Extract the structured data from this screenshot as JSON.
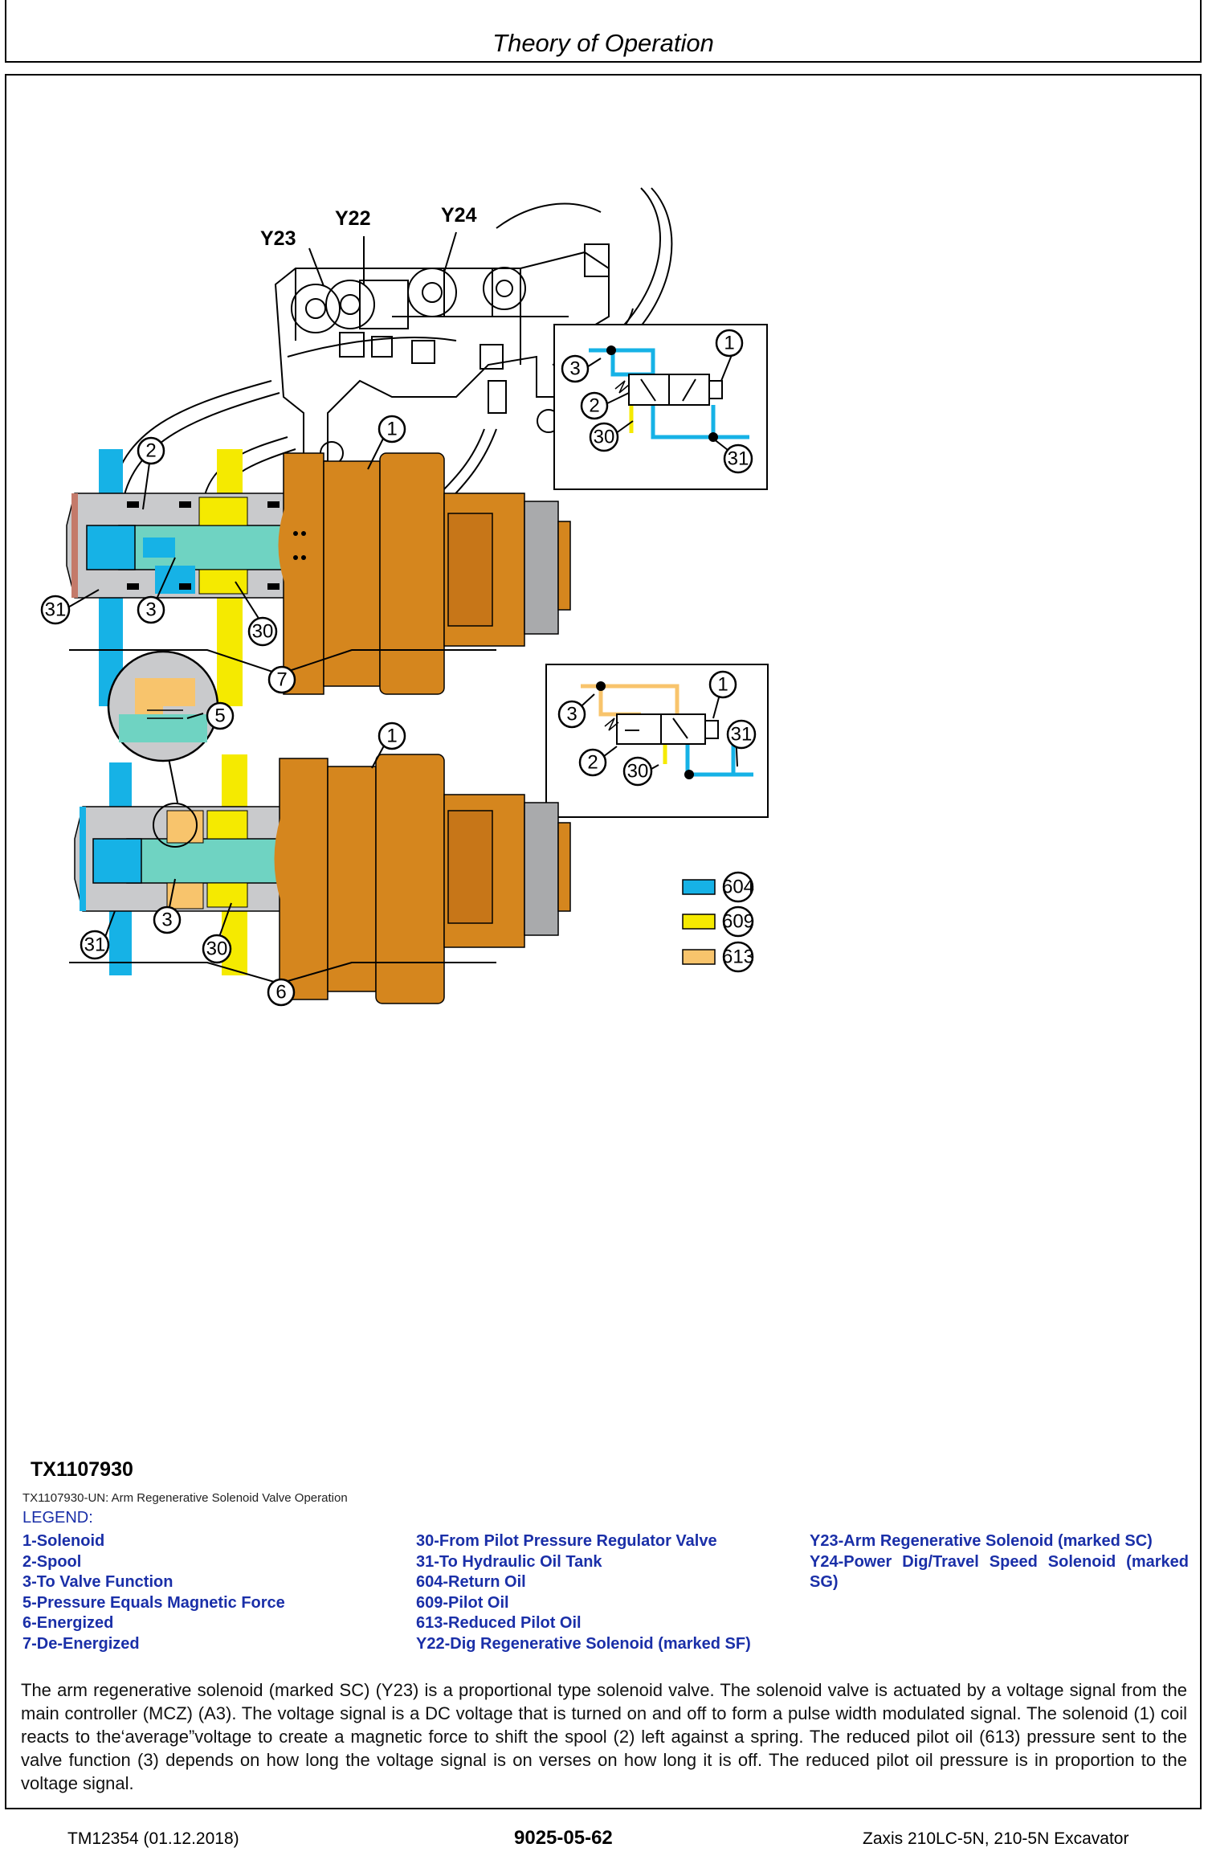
{
  "header": {
    "title": "Theory of Operation"
  },
  "figure": {
    "id": "TX1107930",
    "caption": "TX1107930-UN: Arm Regenerative Solenoid Valve Operation",
    "component_labels": [
      "Y23",
      "Y22",
      "Y24"
    ],
    "callouts": [
      "1",
      "2",
      "3",
      "5",
      "6",
      "7",
      "30",
      "31"
    ],
    "color_key": [
      {
        "code": "604",
        "color": "#16b2e6"
      },
      {
        "code": "609",
        "color": "#f5ea00"
      },
      {
        "code": "613",
        "color": "#f8c46c"
      }
    ],
    "colors": {
      "return": "#16b2e6",
      "pilot": "#f5ea00",
      "reduced": "#f8c46c",
      "solenoid": "#d5861e",
      "steel": "#a9aaac",
      "gray": "#c9cacc"
    }
  },
  "legend": {
    "title": "LEGEND:",
    "col1": [
      "1-Solenoid",
      "2-Spool",
      "3-To Valve Function",
      "5-Pressure Equals Magnetic Force",
      "6-Energized",
      "7-De-Energized"
    ],
    "col2": [
      "30-From Pilot Pressure Regulator Valve",
      "31-To Hydraulic Oil Tank",
      "604-Return Oil",
      "609-Pilot Oil",
      "613-Reduced Pilot Oil",
      "Y22-Dig Regenerative Solenoid (marked SF)"
    ],
    "col3": [
      "Y23-Arm Regenerative Solenoid (marked SC)",
      "Y24-Power Dig/Travel Speed Solenoid (marked SG)"
    ]
  },
  "body_text": "The arm regenerative solenoid (marked SC) (Y23) is a proportional type solenoid valve. The solenoid valve is actuated by a voltage signal from the main controller (MCZ) (A3). The voltage signal is a DC voltage that is turned on and off to form a pulse width modulated signal. The solenoid (1) coil reacts to the‘average”voltage to create a magnetic force to shift the spool (2) left against a spring. The reduced pilot oil (613) pressure sent to the valve function (3) depends on how long the voltage signal is on verses on how long it is off. The reduced pilot oil pressure is in proportion to the voltage signal.",
  "footer": {
    "left": "TM12354 (01.12.2018)",
    "center": "9025-05-62",
    "right": "Zaxis 210LC-5N, 210-5N Excavator"
  }
}
